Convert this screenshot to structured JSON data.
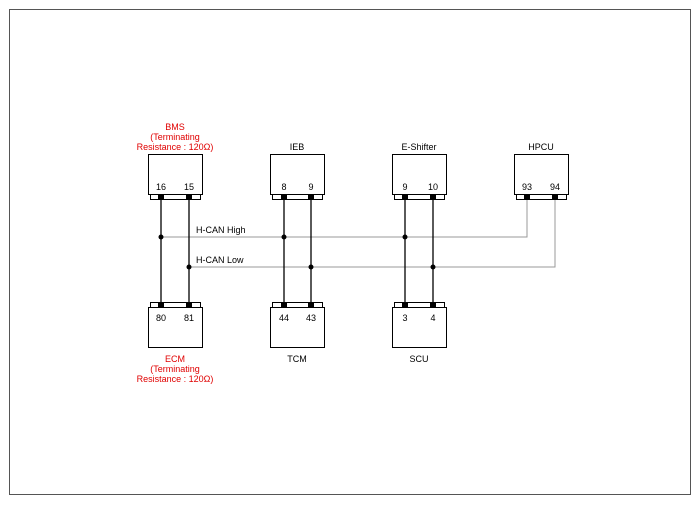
{
  "modules": {
    "bms": {
      "name": "BMS",
      "note1": "(Terminating",
      "note2": "Resistance : 120Ω)",
      "pin_high": "16",
      "pin_low": "15"
    },
    "ieb": {
      "name": "IEB",
      "pin_high": "8",
      "pin_low": "9"
    },
    "eshifter": {
      "name": "E-Shifter",
      "pin_high": "9",
      "pin_low": "10"
    },
    "hpcu": {
      "name": "HPCU",
      "pin_high": "93",
      "pin_low": "94"
    },
    "ecm": {
      "name": "ECM",
      "note1": "(Terminating",
      "note2": "Resistance : 120Ω)",
      "pin_high": "80",
      "pin_low": "81"
    },
    "tcm": {
      "name": "TCM",
      "pin_high": "44",
      "pin_low": "43"
    },
    "scu": {
      "name": "SCU",
      "pin_high": "3",
      "pin_low": "4"
    }
  },
  "buses": {
    "high": "H-CAN High",
    "low": "H-CAN Low"
  },
  "colors": {
    "label_red": "#e00000",
    "bus_line": "#999999",
    "wire": "#000000"
  }
}
